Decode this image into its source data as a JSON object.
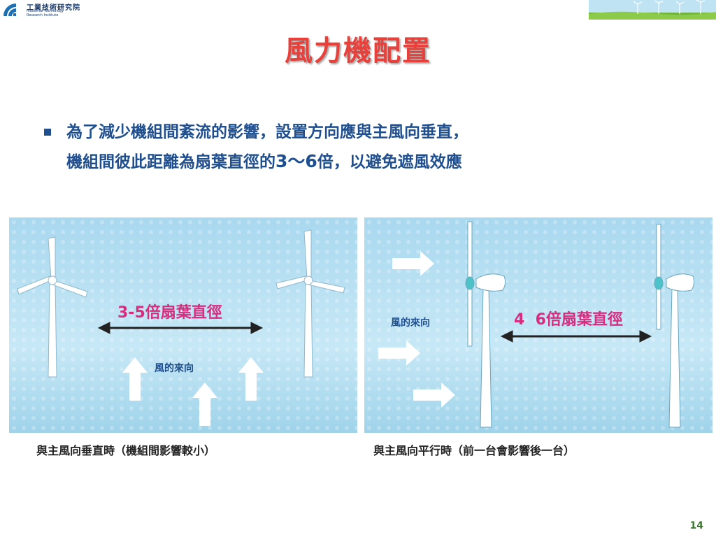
{
  "header": {
    "logo_cn": "工業技術研究院",
    "logo_en_1": "Industrial Technology",
    "logo_en_2": "Research Institute"
  },
  "title": "風力機配置",
  "bullet": {
    "line1": "為了減少機組間紊流的影響，設置方向應與主風向垂直，",
    "line2_pre": "機組間彼此距離為扇葉直徑的",
    "line2_bold": "3～6",
    "line2_post": "倍，以避免遮風效應"
  },
  "figures": [
    {
      "distance_label": "3-5倍扇葉直徑",
      "wind_label": "風的來向",
      "caption": "與主風向垂直時（機組間影響較小）"
    },
    {
      "distance_label": "4  6倍扇葉直徑",
      "wind_label": "風的來向",
      "caption": "與主風向平行時（前一台會影響後一台）"
    }
  ],
  "page_number": "14",
  "colors": {
    "title": "#e8413c",
    "body_text": "#1f4f8f",
    "label": "#d82d7e",
    "page_number": "#3c7a2e"
  }
}
